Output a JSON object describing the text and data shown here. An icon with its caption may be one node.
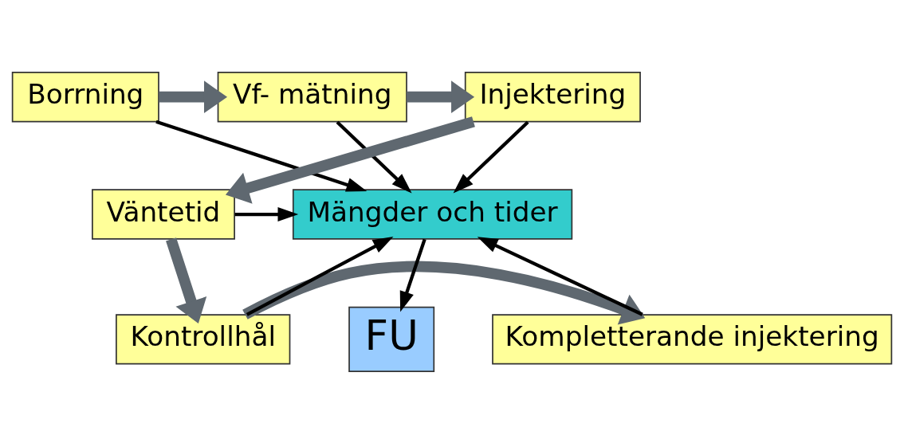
{
  "diagram": {
    "nodes": [
      {
        "text": [
          "Borrning"
        ]
      },
      {
        "text": [
          "Vf- mätning"
        ]
      },
      {
        "text": [
          "Injektering"
        ]
      },
      {
        "text": [
          "Väntetid"
        ]
      },
      {
        "text": [
          "Kontrollhål"
        ]
      },
      {
        "text": [
          "Kompletterande injektering"
        ]
      },
      {
        "text": [
          "Mängder och tider"
        ]
      },
      {
        "text": [
          "FU"
        ]
      }
    ],
    "edges": [
      {
        "from": 0,
        "to": 1,
        "arrow": "to",
        "style": "thick",
        "color": "#5f6870"
      },
      {
        "from": 1,
        "to": 2,
        "arrow": "to",
        "style": "thick",
        "color": "#5f6870"
      },
      {
        "from": 2,
        "to": 3,
        "arrow": "to",
        "style": "thick",
        "color": "#5f6870"
      },
      {
        "from": 3,
        "to": 4,
        "arrow": "to",
        "style": "thick",
        "color": "#5f6870"
      },
      {
        "from": 4,
        "to": 5,
        "arrow": "to",
        "style": "thick",
        "color": "#5f6870"
      },
      {
        "from": 0,
        "to": 6,
        "arrow": "to"
      },
      {
        "from": 1,
        "to": 6,
        "arrow": "to"
      },
      {
        "from": 2,
        "to": 6,
        "arrow": "to"
      },
      {
        "from": 3,
        "to": 6,
        "arrow": "to"
      },
      {
        "from": 4,
        "to": 6,
        "arrow": "to"
      },
      {
        "from": 5,
        "to": 6,
        "arrow": "to"
      },
      {
        "from": 6,
        "to": 7,
        "arrow": "to"
      }
    ]
  }
}
